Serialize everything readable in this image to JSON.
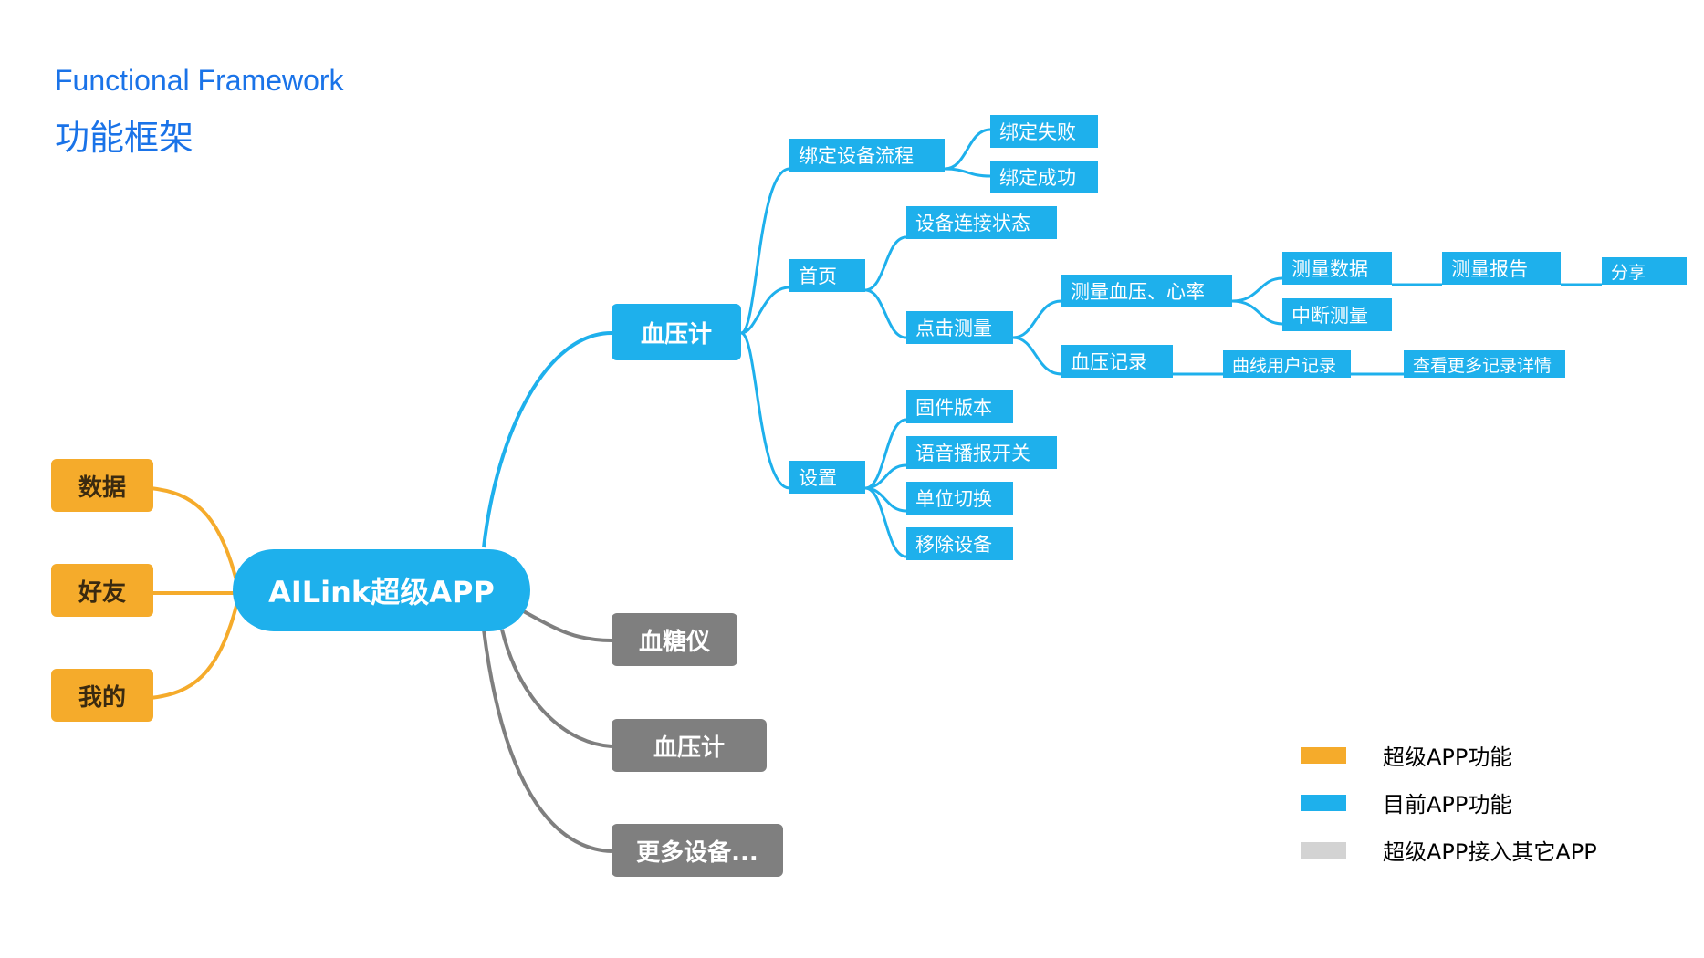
{
  "title": {
    "en": "Functional Framework",
    "cn": "功能框架"
  },
  "colors": {
    "orange": "#f5ab2b",
    "blue": "#1eb0ec",
    "gray": "#7f7f7f",
    "light_gray": "#d3d3d3"
  },
  "root": "AILink超级APP",
  "left_nodes": [
    "数据",
    "好友",
    "我的"
  ],
  "gray_nodes": [
    "血糖仪",
    "血压计",
    "更多设备..."
  ],
  "main": {
    "label": "血压计",
    "bind": {
      "label": "绑定设备流程",
      "children": [
        "绑定失败",
        "绑定成功"
      ]
    },
    "home": {
      "label": "首页",
      "connection_status": "设备连接状态",
      "measure": {
        "label": "点击测量",
        "bp_hr": {
          "label": "测量血压、心率",
          "data": "测量数据",
          "report": "测量报告",
          "share": "分享",
          "interrupt": "中断测量"
        },
        "record": {
          "label": "血压记录",
          "curve": "曲线用户记录",
          "more": "查看更多记录详情"
        }
      }
    },
    "settings": {
      "label": "设置",
      "children": [
        "固件版本",
        "语音播报开关",
        "单位切换",
        "移除设备"
      ]
    }
  },
  "legend": [
    {
      "color": "#f5ab2b",
      "label": "超级APP功能"
    },
    {
      "color": "#1eb0ec",
      "label": "目前APP功能"
    },
    {
      "color": "#d3d3d3",
      "label": "超级APP接入其它APP"
    }
  ]
}
